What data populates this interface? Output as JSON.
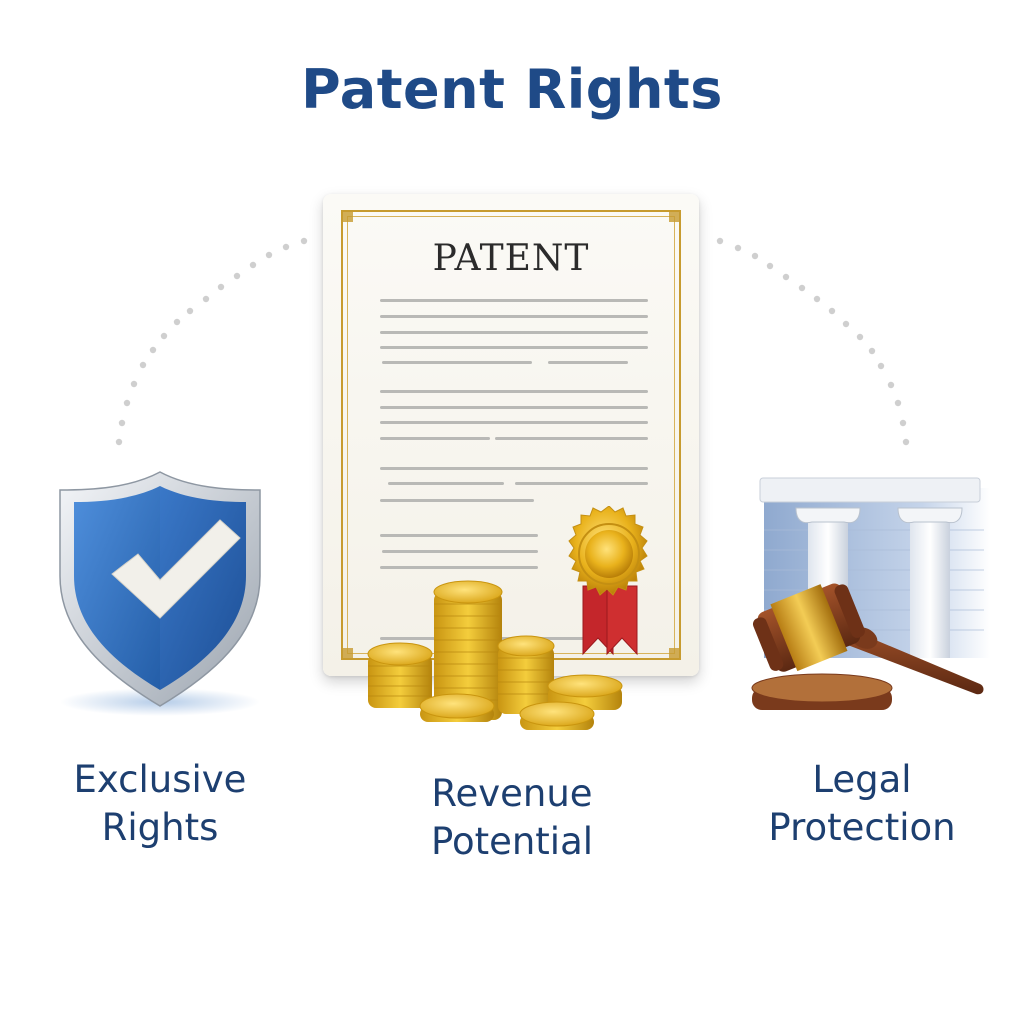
{
  "title": "Patent Rights",
  "document": {
    "heading": "PATENT",
    "seal": "gold-seal-with-red-ribbon"
  },
  "pillars": [
    {
      "id": "exclusive",
      "icon": "shield-check-icon",
      "label_line1": "Exclusive",
      "label_line2": "Rights"
    },
    {
      "id": "revenue",
      "icon": "gold-coins-icon",
      "label_line1": "Revenue",
      "label_line2": "Potential"
    },
    {
      "id": "legal",
      "icon": "gavel-courthouse-icon",
      "label_line1": "Legal",
      "label_line2": "Protection"
    }
  ],
  "colors": {
    "title": "#1f4a87",
    "label": "#1d3f70",
    "shield_blue": "#2f6fc2",
    "gold": "#e0b021",
    "ribbon_red": "#c4262b",
    "gavel_brown": "#7a3a1c",
    "dots": "#c9c9c9"
  }
}
